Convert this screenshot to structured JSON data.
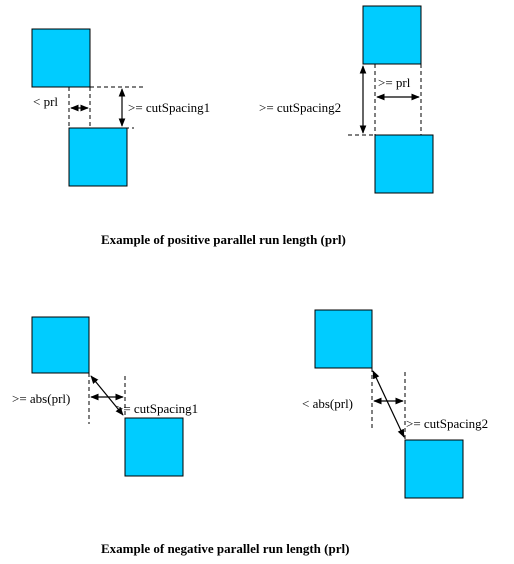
{
  "positive": {
    "caption": "Example of positive parallel run length (prl)",
    "label_lt_prl": "< prl",
    "label_cutspacing1": ">= cutSpacing1",
    "label_cutspacing2": ">= cutSpacing2",
    "label_ge_prl": ">= prl"
  },
  "negative": {
    "caption": "Example of negative parallel run length (prl)",
    "label_ge_abs_prl": ">= abs(prl)",
    "label_cutspacing1": ">= cutSpacing1",
    "label_lt_abs_prl": "< abs(prl)",
    "label_cutspacing2": ">= cutSpacing2"
  },
  "colors": {
    "shape_fill": "#00ccff",
    "stroke": "#000000"
  }
}
